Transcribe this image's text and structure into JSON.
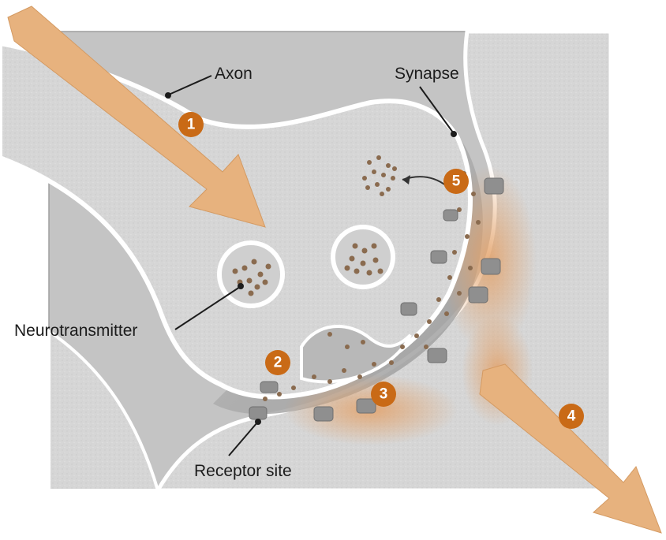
{
  "labels": {
    "axon": "Axon",
    "synapse": "Synapse",
    "neurotransmitter": "Neurotransmitter",
    "receptor_site": "Receptor site"
  },
  "steps": [
    "1",
    "2",
    "3",
    "4",
    "5"
  ],
  "colors": {
    "arrow": "#e7b27e",
    "badge": "#c96a16",
    "cell_fill": "#d9d9d9",
    "membrane": "#ffffff",
    "cleft": "#a8a8a8",
    "glow": "#e3a168"
  }
}
